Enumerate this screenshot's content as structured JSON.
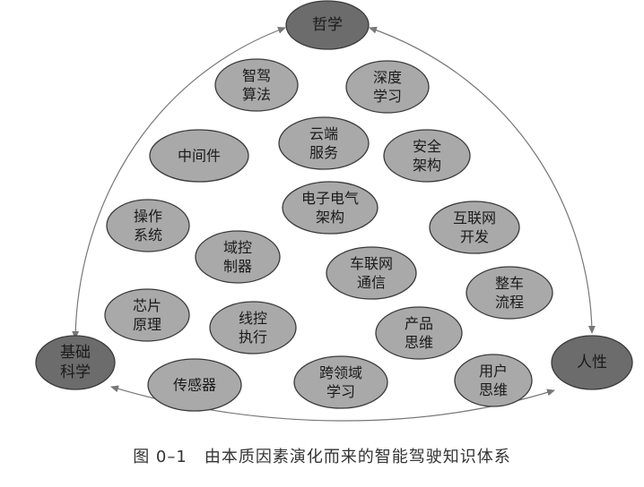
{
  "colors": {
    "bubble_fill": "#a9a9a9",
    "bubble_stroke": "#3a3a3a",
    "anchor_fill": "#6c6c6c",
    "text": "#1a1a1a",
    "arrow": "#777777"
  },
  "anchors": {
    "top": {
      "lines": [
        "哲学"
      ]
    },
    "left": {
      "lines": [
        "基础",
        "科学"
      ]
    },
    "right": {
      "lines": [
        "人性"
      ]
    }
  },
  "nodes": [
    {
      "lines": [
        "智驾",
        "算法"
      ]
    },
    {
      "lines": [
        "深度",
        "学习"
      ]
    },
    {
      "lines": [
        "中间件"
      ]
    },
    {
      "lines": [
        "云端",
        "服务"
      ]
    },
    {
      "lines": [
        "安全",
        "架构"
      ]
    },
    {
      "lines": [
        "电子电气",
        "架构"
      ]
    },
    {
      "lines": [
        "操作",
        "系统"
      ]
    },
    {
      "lines": [
        "互联网",
        "开发"
      ]
    },
    {
      "lines": [
        "域控",
        "制器"
      ]
    },
    {
      "lines": [
        "车联网",
        "通信"
      ]
    },
    {
      "lines": [
        "整车",
        "流程"
      ]
    },
    {
      "lines": [
        "芯片",
        "原理"
      ]
    },
    {
      "lines": [
        "线控",
        "执行"
      ]
    },
    {
      "lines": [
        "产品",
        "思维"
      ]
    },
    {
      "lines": [
        "传感器"
      ]
    },
    {
      "lines": [
        "跨领域",
        "学习"
      ]
    },
    {
      "lines": [
        "用户",
        "思维"
      ]
    }
  ],
  "caption": "图 0–1　由本质因素演化而来的智能驾驶知识体系"
}
